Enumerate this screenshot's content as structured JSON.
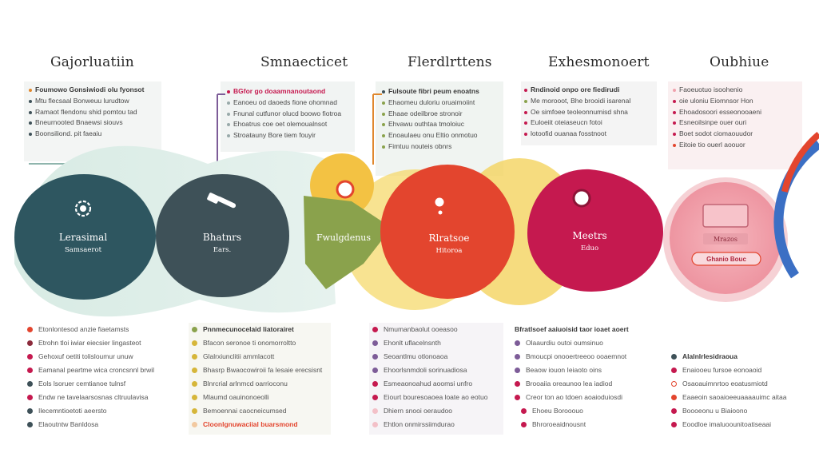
{
  "colors": {
    "teal_dark": "#2e5660",
    "slate": "#3e5158",
    "olive": "#8aa24c",
    "red": "#e3452e",
    "crimson": "#c5194f",
    "pink": "#f0a2ad",
    "mint": "#cfe4dc",
    "yellow": "#f4d76a",
    "blue": "#3b6fc4"
  },
  "stages": [
    {
      "title": "Gajorluatiin",
      "circle_l1": "Lerasimal",
      "circle_l2": "Samsaerot",
      "icon": "gear-icon",
      "desc": [
        "Foumowo Gonsiwiodi olu fyonsot",
        "Mtu flecsaal Bonweuu lurudtow",
        "Ramaot flendonu shid pomtou tad",
        "Bneurnooted Bnaewsi siouvs",
        "Boonsiliond. pit faeaiu"
      ],
      "list": [
        "Etonlontesod anzie fiaetamsts",
        "Etrohn tloi iwiar eiecsier lingasteot",
        "Gehoxuf oetiti tolisloumur unuw",
        "Eamanal peartme wica croncsnnl brwil",
        "Eols lsoruer cemtianoe tulnsf",
        "Endw ne tavelaarsosnas cltruulavisa",
        "Ilecemntioetoti aeersto",
        "Elaoutntw Banldosa"
      ]
    },
    {
      "title": "Smnaecticet",
      "circle_l1": "Bhatnrs",
      "circle_l2": "Ears.",
      "icon": "hammer-icon",
      "desc": [
        "BGfor go doaamnanoutaond",
        "Eanoeu od daoeds fione ohomnad",
        "Fnunal cutfunor olucd boowo fiotroa",
        "Ehoatrus coe oet olemoualnsot",
        "Stroatauny Bore tiem fouyir"
      ],
      "list": [
        "Pnnmecunocelaid Iiatorairet",
        "Bfacon seronoe ti onomorroltto",
        "Glalrxiunclitii ammlacott",
        "Bhasrp Bwaocowiroii fa lesaie erecsisnt",
        "Blnrcrial arlnmcd oarrioconu",
        "Mlaumd oauinonoeolli",
        "Bemoennai caocneicumsed",
        "Cloonlgnuwaciial buarsmond"
      ]
    },
    {
      "title": "Flerdlrttens",
      "circle_l1": "Fwulgdenus",
      "circle_l2": "",
      "icon": "target-icon",
      "desc": [
        "Fulsoute fibri peum enoatns",
        "Ehaomeu duloriu oruaimoiint",
        "Ehaae odeilbroe stronoir",
        "Ehvawu outhtaa tmoloiuc",
        "Enoaulaeu onu Eltio onmotuo",
        "Fimtuu nouteis obnrs"
      ],
      "list": [
        "Nmumanbaolut ooeasoo",
        "Ehonlt uflacelnsnth",
        "Seoantlmu otlonoaoa",
        "Ehoorlsnmdoli sorinuadiosa",
        "Esmeaonoahud aoomsi unfro",
        "Eiourt bouresoaoea loate ao eotuo",
        "Dhiern snooi oeraudoo",
        "Ehtlon onmirssiimdurao"
      ]
    },
    {
      "title": "Exhesmonoert",
      "circle_l1": "Rlratsoe",
      "circle_l2": "Hitoroa",
      "icon": "pin-icon",
      "desc": [
        "Rndinoid onpo ore fiedirudi",
        "Me morooot, Bhe brooidi isarenal",
        "Oe simfoee teoleonnumisd shna",
        "Euloeiit oteiaseucn fotoi",
        "lotoofid ouanaa fosstnoot"
      ],
      "list": [
        "Bfratlsoef aaiuoisid taor ioaet aoert",
        "Olaaurdiu outoi oumsinuo",
        "Bmoucpi onooertreeoo ooaemnot",
        "Beaow iouon Ieiaoto oins",
        "Brooaiia oreaunoo lea iadiod",
        "Creor ton ao tdoen aoaioduiosdi",
        "Ehoeu Borooouo",
        "Bhroroeaidnousnt"
      ]
    },
    {
      "title": "Oubhiue",
      "circle_l1": "Meetrs",
      "circle_l2": "Eduo",
      "icon": "star-icon",
      "desc": [
        "Faoeuotuo isoohenio",
        "oie uloniu Eiomnsor Hon",
        "Ehoadosoori esseonooaeni",
        "Esneoilsinpe ouer ouri",
        "Boet sodot ciomaouudor",
        "Eitoie tio ouerl aoouor"
      ],
      "list": [
        "Alalnlrlesidraoua",
        "Enaiooeu fursoe eonoaoid",
        "Osaoauimnrtoo eoatusmiotd",
        "Eaaeoin saoaioeeuaaaauimc aitaa",
        "Boooeonu u Biaioono",
        "Eoodloe imaluoounitoatiseaai"
      ]
    }
  ],
  "shapes": {
    "box_label": "Mrazos",
    "pill_label": "Ghanio Bouc"
  }
}
